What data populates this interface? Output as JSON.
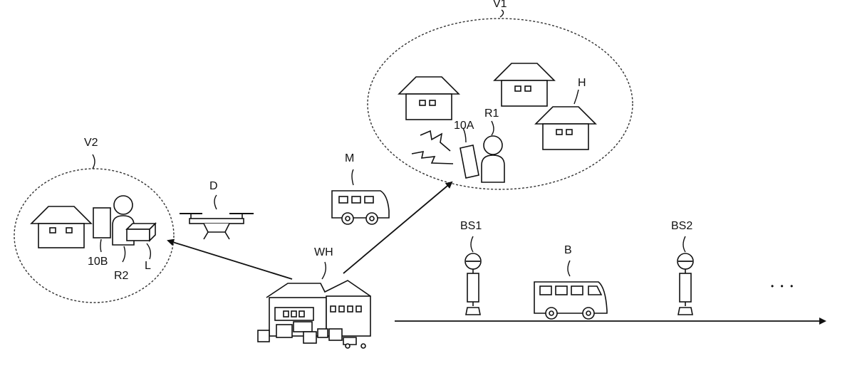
{
  "labels": {
    "v1": "V1",
    "v2": "V2",
    "h": "H",
    "r1": "R1",
    "r2": "R2",
    "ten_a": "10A",
    "ten_b": "10B",
    "l": "L",
    "d": "D",
    "m": "M",
    "wh": "WH",
    "bs1": "BS1",
    "bs2": "BS2",
    "b": "B",
    "ellipsis": "• • •"
  }
}
